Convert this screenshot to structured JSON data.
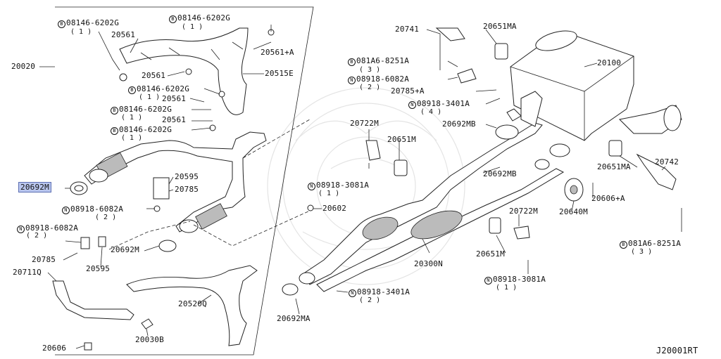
{
  "diagram_code": "J20001RT",
  "labels": {
    "p20020": "20020",
    "p08146_1": "08146-6202G",
    "q08146_1": "( 1 )",
    "p20561_a": "20561",
    "p08146_2": "08146-6202G",
    "q08146_2": "( 1 )",
    "p20561plusA": "20561+A",
    "p20561_b": "20561",
    "p20515E": "20515E",
    "p08146_3": "08146-6202G",
    "q08146_3": "( 1 )",
    "p20561_c": "20561",
    "p08146_4": "08146-6202G",
    "q08146_4": "( 1 )",
    "p20561_d": "20561",
    "p08146_5": "08146-6202G",
    "q08146_5": "( 1 )",
    "p20692M": "20692M",
    "p20595_a": "20595",
    "p20785_a": "20785",
    "p08918_6082A_a": "08918-6082A",
    "q08918_6082A_a": "( 2 )",
    "p08918_6082A_b": "08918-6082A",
    "q08918_6082A_b": "( 2 )",
    "p20785_b": "20785",
    "p20595_b": "20595",
    "p20692M_b": "20692M",
    "p20711Q": "20711Q",
    "p20602": "20602",
    "p20520Q": "20520Q",
    "p20030B": "20030B",
    "p20606": "20606",
    "p20741": "20741",
    "p20651MA_a": "20651MA",
    "p081A6_a": "081A6-8251A",
    "q081A6_a": "( 3 )",
    "p08918_6082A_c": "08918-6082A",
    "q08918_6082A_c": "( 2 )",
    "p20785plusA": "20785+A",
    "p08918_3401A_a": "08918-3401A",
    "q08918_3401A_a": "( 4 )",
    "p20100": "20100",
    "p20692MB_a": "20692MB",
    "p20722M_a": "20722M",
    "p20651M_a": "20651M",
    "p08918_3081A_a": "08918-3081A",
    "q08918_3081A_a": "( 1 )",
    "p20692MB_b": "20692MB",
    "p20651MA_b": "20651MA",
    "p20742": "20742",
    "p20606plusA": "20606+A",
    "p20640M": "20640M",
    "p081A6_b": "081A6-8251A",
    "q081A6_b": "( 3 )",
    "p20722M_b": "20722M",
    "p20651M_b": "20651M",
    "p20300N": "20300N",
    "p08918_3081A_b": "08918-3081A",
    "q08918_3081A_b": "( 1 )",
    "p08918_3401A_b": "08918-3401A",
    "q08918_3401A_b": "( 2 )",
    "p20692MA": "20692MA"
  },
  "symbols": {
    "bolt": "B",
    "nut": "N"
  },
  "highlighted_part": "20692M"
}
